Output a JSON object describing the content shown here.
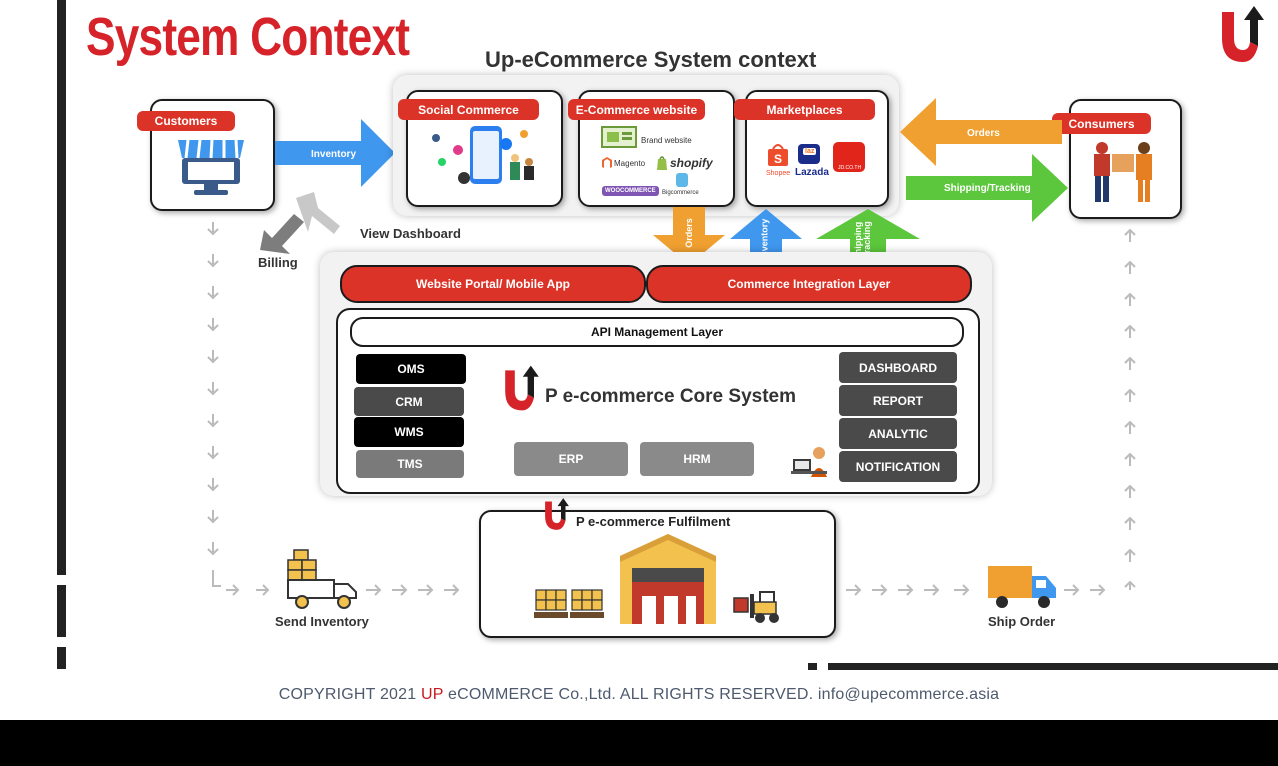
{
  "slide": {
    "title": "System Context",
    "diagram_title": "Up-eCommerce System context"
  },
  "left": {
    "customers_label": "Customers",
    "inventory_arrow": "Inventory",
    "view_dashboard": "View Dashboard",
    "billing": "Billing"
  },
  "channels": {
    "social_commerce": "Social Commerce",
    "ecommerce_website": "E-Commerce website",
    "brand_website": "Brand website",
    "magento": "Magento",
    "shopify": "shopify",
    "woocommerce": "WOOCOMMERCE",
    "bigcommerce": "Bigcommerce",
    "marketplaces": "Marketplaces",
    "shopee": "Shopee",
    "laz": "laz",
    "lazada": "Lazada",
    "jd": "JD.CO.TH"
  },
  "right": {
    "consumers_label": "Consumers",
    "orders_arrow": "Orders",
    "shipping_arrow": "Shipping/Tracking"
  },
  "flows": {
    "orders": "Orders",
    "inventory": "Inventory",
    "shipping": "Shipping\n/Tracking"
  },
  "core": {
    "website_portal": "Website Portal/ Mobile App",
    "commerce_integration": "Commerce Integration Layer",
    "api_layer": "API Management Layer",
    "core_title": "P e-commerce Core System",
    "left_modules": [
      "OMS",
      "CRM",
      "WMS",
      "TMS"
    ],
    "right_modules": [
      "DASHBOARD",
      "REPORT",
      "ANALYTIC",
      "NOTIFICATION"
    ],
    "erp": "ERP",
    "hrm": "HRM"
  },
  "fulfilment": {
    "title": "P e-commerce Fulfilment",
    "send_inventory": "Send Inventory",
    "ship_order": "Ship Order"
  },
  "footer": {
    "pre": "COPYRIGHT 2021 ",
    "up": "UP",
    "post": " eCOMMERCE Co.,Ltd. ALL RIGHTS RESERVED. info@upecommerce.asia"
  },
  "colors": {
    "brand_red": "#d6232a",
    "arrow_blue": "#3f97ee",
    "arrow_orange": "#f0a030",
    "arrow_green": "#5cc63c",
    "module_black": "#000000",
    "module_dark": "#4a4a4a",
    "module_gray": "#7a7a7a"
  }
}
